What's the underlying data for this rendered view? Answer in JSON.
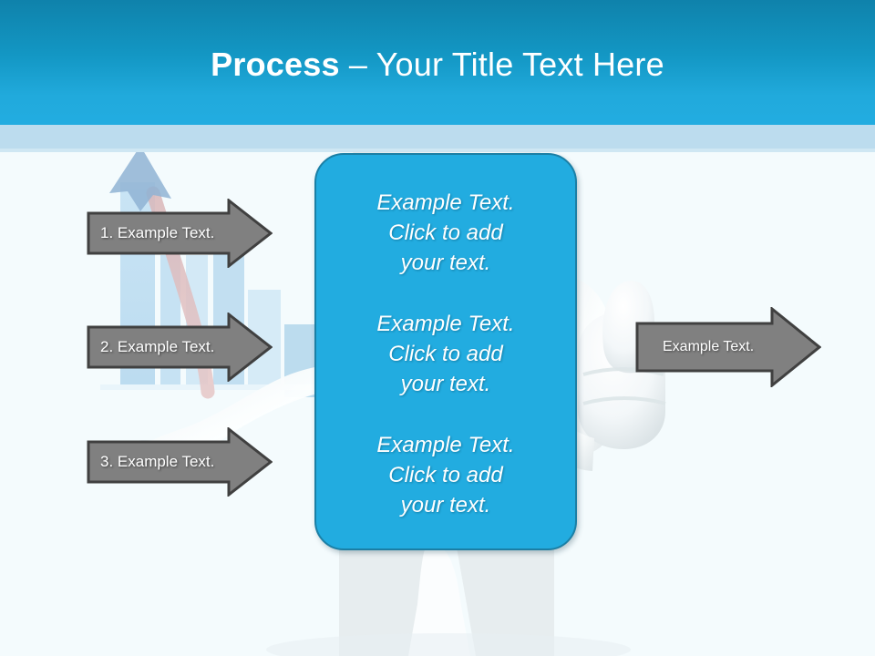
{
  "slide": {
    "background_color": "#f4fbfd",
    "accent_color": "#22ace0",
    "header_band_color": "#bcdcee",
    "arrow_fill": "#808080",
    "arrow_border": "#404040"
  },
  "header": {
    "title_bold": "Process ",
    "title_regular": "– Your Title Text Here"
  },
  "left_arrows": [
    {
      "label": "1. Example Text."
    },
    {
      "label": "2. Example Text."
    },
    {
      "label": "3. Example Text."
    }
  ],
  "center_panel": {
    "blocks": [
      "Example Text.\nClick  to add\nyour text.",
      "Example Text.\nClick  to add\nyour text.",
      "Example Text.\nClick  to add\nyour text."
    ]
  },
  "right_arrow": {
    "label": "Example Text."
  },
  "decorations": {
    "figure": "3d-white-mannequin-thumbs-up",
    "chart": "light-blue-bar-chart",
    "trend_arrow": "pink-upward-curved-arrow"
  }
}
